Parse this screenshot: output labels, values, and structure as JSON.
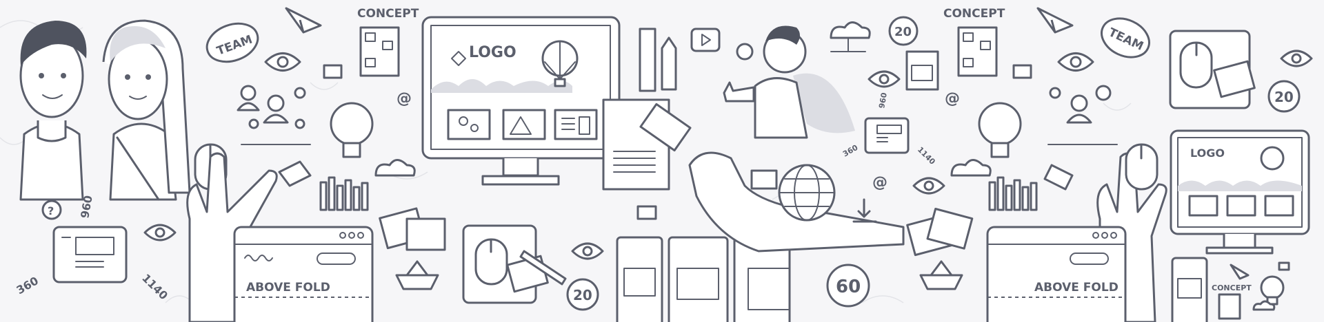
{
  "labels": {
    "team": "TEAM",
    "concept": "CONCEPT",
    "logo": "LOGO",
    "above_fold": "ABOVE FOLD",
    "at_sign": "@",
    "question": "?",
    "width_360": "360",
    "width_960": "960",
    "width_1140": "1140",
    "counter_20": "20",
    "counter_60": "60"
  },
  "colors": {
    "stroke": "#5b5f6c",
    "fill_light": "#dcdde3",
    "background": "#f6f6f8"
  }
}
